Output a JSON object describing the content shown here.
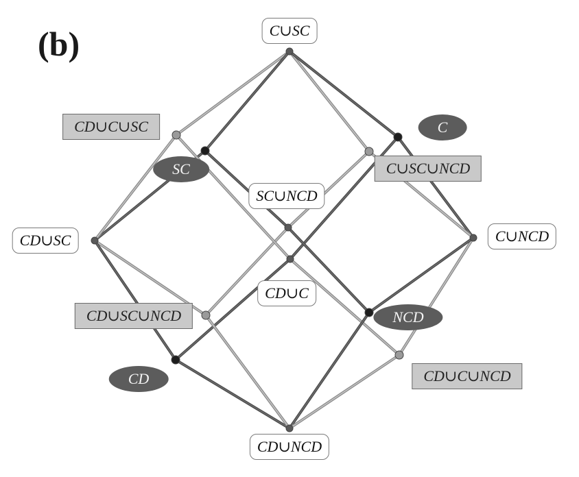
{
  "figure": {
    "panel_label": "(b)",
    "description": "Lattice of unions of four sets CD, C, SC, NCD",
    "colors": {
      "singleton_fill": "#5c5c5c",
      "triple_fill": "#c9c9c9",
      "pair_fill": "#ffffff",
      "dark_edge": "#4a4a4a",
      "light_edge": "#8a8a8a"
    }
  },
  "nodes": [
    {
      "id": "CuSC",
      "label": "C∪SC",
      "type": "pair",
      "sets": [
        "C",
        "SC"
      ]
    },
    {
      "id": "CDuCuSC",
      "label": "CD∪C∪SC",
      "type": "triple",
      "sets": [
        "CD",
        "C",
        "SC"
      ]
    },
    {
      "id": "SC",
      "label": "SC",
      "type": "single",
      "sets": [
        "SC"
      ]
    },
    {
      "id": "C",
      "label": "C",
      "type": "single",
      "sets": [
        "C"
      ]
    },
    {
      "id": "CuSCuNCD",
      "label": "C∪SC∪NCD",
      "type": "triple",
      "sets": [
        "C",
        "SC",
        "NCD"
      ]
    },
    {
      "id": "SCuNCD",
      "label": "SC∪NCD",
      "type": "pair",
      "sets": [
        "SC",
        "NCD"
      ]
    },
    {
      "id": "CDuSC",
      "label": "CD∪SC",
      "type": "pair",
      "sets": [
        "CD",
        "SC"
      ]
    },
    {
      "id": "CuNCD",
      "label": "C∪NCD",
      "type": "pair",
      "sets": [
        "C",
        "NCD"
      ]
    },
    {
      "id": "CDuC",
      "label": "CD∪C",
      "type": "pair",
      "sets": [
        "CD",
        "C"
      ]
    },
    {
      "id": "CDuSCuNCD",
      "label": "CD∪SC∪NCD",
      "type": "triple",
      "sets": [
        "CD",
        "SC",
        "NCD"
      ]
    },
    {
      "id": "NCD",
      "label": "NCD",
      "type": "single",
      "sets": [
        "NCD"
      ]
    },
    {
      "id": "CD",
      "label": "CD",
      "type": "single",
      "sets": [
        "CD"
      ]
    },
    {
      "id": "CDuCuNCD",
      "label": "CD∪C∪NCD",
      "type": "triple",
      "sets": [
        "CD",
        "C",
        "NCD"
      ]
    },
    {
      "id": "CDuNCD",
      "label": "CD∪NCD",
      "type": "pair",
      "sets": [
        "CD",
        "NCD"
      ]
    }
  ]
}
